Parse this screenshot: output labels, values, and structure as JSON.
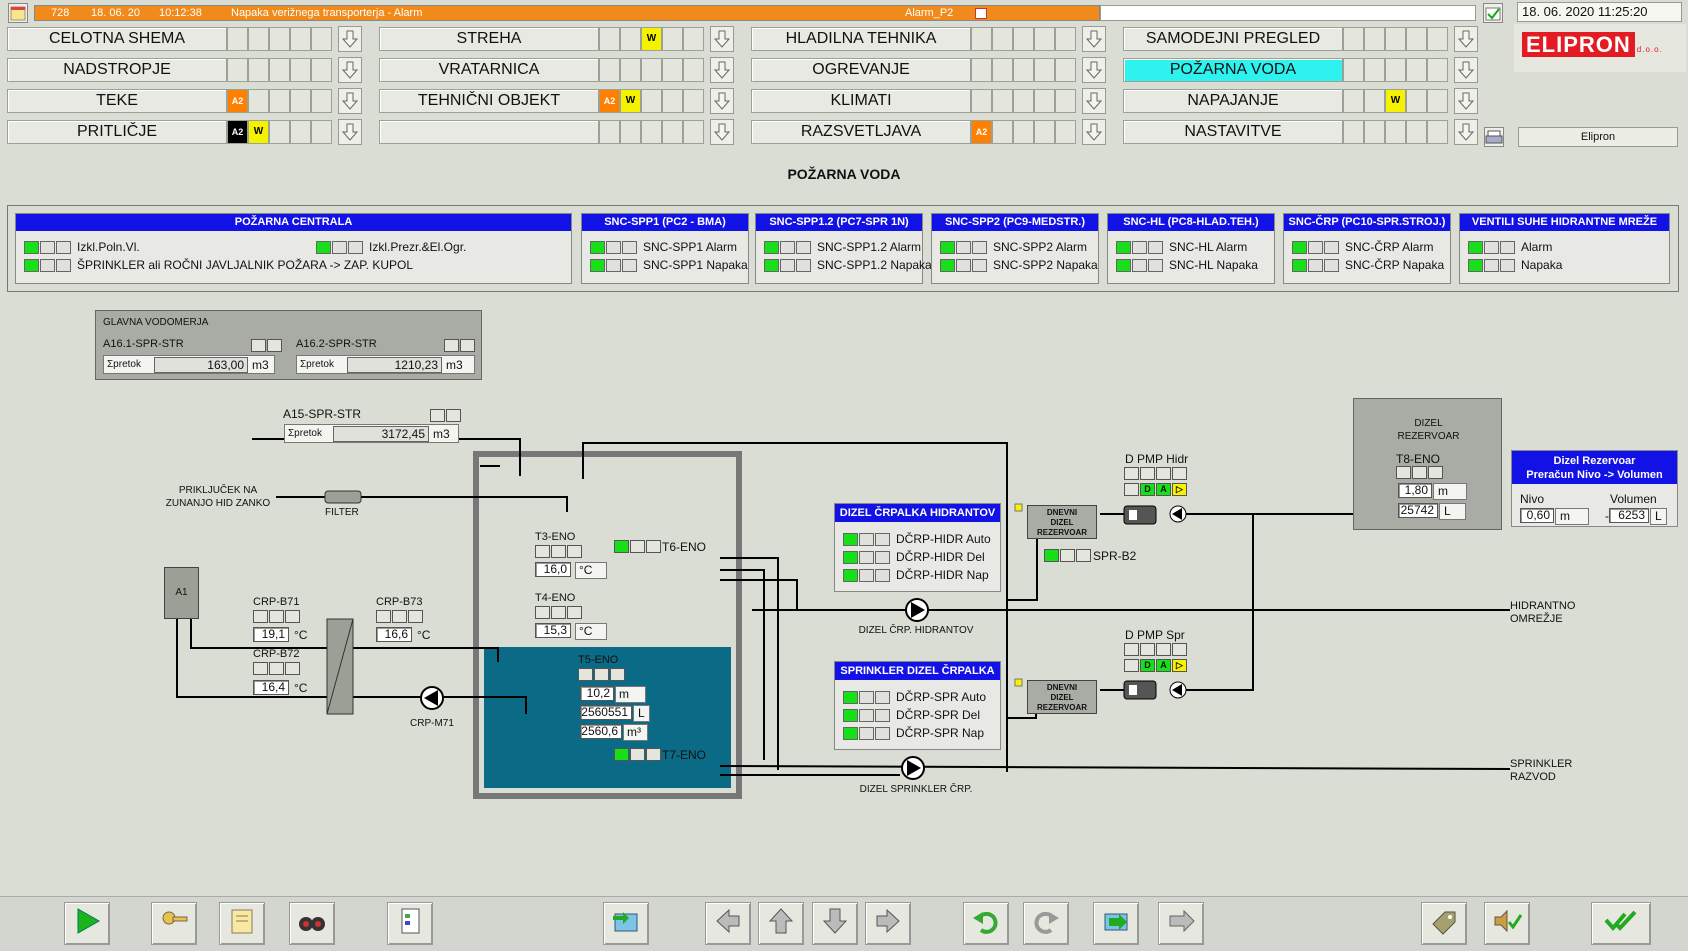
{
  "header": {
    "alarm_id": "728",
    "alarm_date": "18. 06. 20",
    "alarm_time": "10:12:38",
    "alarm_text": "Napaka verižnega transporterja - Alarm",
    "alarm_tag": "Alarm_P2",
    "clock": "18. 06. 2020 11:25:20",
    "station": "Elipron",
    "logo": "ELIPRON",
    "logo_suffix": "d.o.o."
  },
  "nav": [
    {
      "label": "CELOTNA SHEMA",
      "ind": [
        "",
        "",
        "",
        "",
        ""
      ]
    },
    {
      "label": "NADSTROPJE",
      "ind": [
        "",
        "",
        "",
        "",
        ""
      ]
    },
    {
      "label": "TEKE",
      "ind": [
        "A2",
        "",
        "",
        "",
        ""
      ]
    },
    {
      "label": "PRITLIČJE",
      "ind": [
        "A2b",
        "W",
        "",
        "",
        ""
      ]
    },
    {
      "label": "STREHA",
      "ind": [
        "",
        "",
        "W",
        "",
        ""
      ]
    },
    {
      "label": "VRATARNICA",
      "ind": [
        "",
        "",
        "",
        "",
        ""
      ]
    },
    {
      "label": "TEHNIČNI OBJEKT",
      "ind": [
        "A2",
        "W",
        "",
        "",
        ""
      ]
    },
    {
      "label": "",
      "ind": [
        "",
        "",
        "",
        "",
        ""
      ]
    },
    {
      "label": "HLADILNA TEHNIKA",
      "ind": [
        "",
        "",
        "",
        "",
        ""
      ]
    },
    {
      "label": "OGREVANJE",
      "ind": [
        "",
        "",
        "",
        "",
        ""
      ]
    },
    {
      "label": "KLIMATI",
      "ind": [
        "",
        "",
        "",
        "",
        ""
      ]
    },
    {
      "label": "RAZSVETLJAVA",
      "ind": [
        "A2",
        "",
        "",
        "",
        ""
      ]
    },
    {
      "label": "SAMODEJNI PREGLED",
      "ind": [
        "",
        "",
        "",
        "",
        ""
      ]
    },
    {
      "label": "POŽARNA VODA",
      "ind": [
        "",
        "",
        "",
        "",
        ""
      ],
      "active": true
    },
    {
      "label": "NAPAJANJE",
      "ind": [
        "",
        "",
        "W",
        "",
        ""
      ]
    },
    {
      "label": "NASTAVITVE",
      "ind": [
        "",
        "",
        "",
        "",
        ""
      ]
    }
  ],
  "badge_text": {
    "A2": "A2",
    "W": "W"
  },
  "page_title": "POŽARNA VODA",
  "status_groups": [
    {
      "title": "POŽARNA CENTRALA",
      "rows": [
        "Izkl.Poln.Vl.",
        "Izkl.Prezr.&El.Ogr.",
        "ŠPRINKLER ali ROČNI JAVLJALNIK POŽARA -> ZAP. KUPOL"
      ]
    },
    {
      "title": "SNC-SPP1 (PC2 - BMA)",
      "rows": [
        "SNC-SPP1 Alarm",
        "SNC-SPP1 Napaka"
      ]
    },
    {
      "title": "SNC-SPP1.2 (PC7-SPR 1N)",
      "rows": [
        "SNC-SPP1.2 Alarm",
        "SNC-SPP1.2 Napaka"
      ]
    },
    {
      "title": "SNC-SPP2 (PC9-MEDSTR.)",
      "rows": [
        "SNC-SPP2 Alarm",
        "SNC-SPP2 Napaka"
      ]
    },
    {
      "title": "SNC-HL (PC8-HLAD.TEH.)",
      "rows": [
        "SNC-HL Alarm",
        "SNC-HL Napaka"
      ]
    },
    {
      "title": "SNC-ČRP (PC10-SPR.STROJ.)",
      "rows": [
        "SNC-ČRP Alarm",
        "SNC-ČRP Napaka"
      ]
    },
    {
      "title": "VENTILI SUHE HIDRANTNE MREŽE",
      "rows": [
        "Alarm",
        "Napaka"
      ]
    }
  ],
  "meters": {
    "title": "GLAVNA VODOMERJA",
    "m1": {
      "tag": "A16.1-SPR-STR",
      "label": "Σpretok",
      "value": "163,00",
      "unit": "m3"
    },
    "m2": {
      "tag": "A16.2-SPR-STR",
      "label": "Σpretok",
      "value": "1210,23",
      "unit": "m3"
    },
    "m3": {
      "tag": "A15-SPR-STR",
      "label": "Σpretok",
      "value": "3172,45",
      "unit": "m3"
    }
  },
  "process": {
    "prikljucek": "PRIKLJUČEK NA\nZUNANJO HID ZANKO",
    "filter": "FILTER",
    "a1": "A1",
    "crp_b71": {
      "tag": "CRP-B71",
      "value": "19,1",
      "unit": "°C"
    },
    "crp_b72": {
      "tag": "CRP-B72",
      "value": "16,4",
      "unit": "°C"
    },
    "crp_b73": {
      "tag": "CRP-B73",
      "value": "16,6",
      "unit": "°C"
    },
    "crp_m71": "CRP-M71",
    "t3": {
      "tag": "T3-ENO",
      "value": "16,0",
      "unit": "°C"
    },
    "t4": {
      "tag": "T4-ENO",
      "value": "15,3",
      "unit": "°C"
    },
    "t5": {
      "tag": "T5-ENO",
      "level": "10,2",
      "level_unit": "m",
      "liters": "2560551",
      "liters_unit": "L",
      "volume": "2560,6",
      "volume_unit": "m³"
    },
    "t6": "T6-ENO",
    "t7": "T7-ENO",
    "hidr_panel": {
      "title": "DIZEL ČRPALKA HIDRANTOV",
      "rows": [
        "DČRP-HIDR Auto",
        "DČRP-HIDR Del",
        "DČRP-HIDR Nap"
      ]
    },
    "spr_panel": {
      "title": "SPRINKLER DIZEL ČRPALKA",
      "rows": [
        "DČRP-SPR Auto",
        "DČRP-SPR Del",
        "DČRP-SPR Nap"
      ]
    },
    "dnevni": "DNEVNI\nDIZEL\nREZERVOAR",
    "spr_b2": "SPR-B2",
    "pump_hidr_label": "DIZEL ČRP. HIDRANTOV",
    "pump_spr_label": "DIZEL SPRINKLER ČRP.",
    "dpmp_hidr": "D PMP Hidr",
    "dpmp_spr": "D PMP Spr",
    "dpmp_letters": [
      "D",
      "A",
      "▷"
    ],
    "hidrantno": "HIDRANTNO\nOMREŽJE",
    "sprinkler": "SPRINKLER\nRAZVOD",
    "dizel_rez": {
      "title": "DIZEL\nREZERVOAR",
      "tag": "T8-ENO",
      "level": "1,80",
      "level_unit": "m",
      "liters": "25742",
      "liters_unit": "L"
    },
    "calc": {
      "title": "Dizel Rezervoar\nPreračun Nivo -> Volumen",
      "nivo_label": "Nivo",
      "nivo": "0,60",
      "nivo_unit": "m",
      "arrow": "->",
      "vol_label": "Volumen",
      "vol": "6253",
      "vol_unit": "L"
    }
  },
  "colors": {
    "alarm_bar": "#f08a1a",
    "header_blue": "#1212e6",
    "tank_water": "#0b6a86",
    "indicator_green": "#18e018",
    "indicator_yellow": "#f7f200",
    "active_nav": "#2ef2ee"
  },
  "toolbar_icons": [
    "play-icon",
    "key-icon",
    "notebook-icon",
    "binoculars-icon",
    "document-icon",
    "screen-import-icon",
    "arrow-left-icon",
    "arrow-up-icon",
    "arrow-down-icon",
    "arrow-right-icon",
    "undo-icon",
    "redo-icon",
    "screen-export-icon",
    "forward-icon",
    "tag-icon",
    "sound-check-icon",
    "double-check-icon"
  ]
}
